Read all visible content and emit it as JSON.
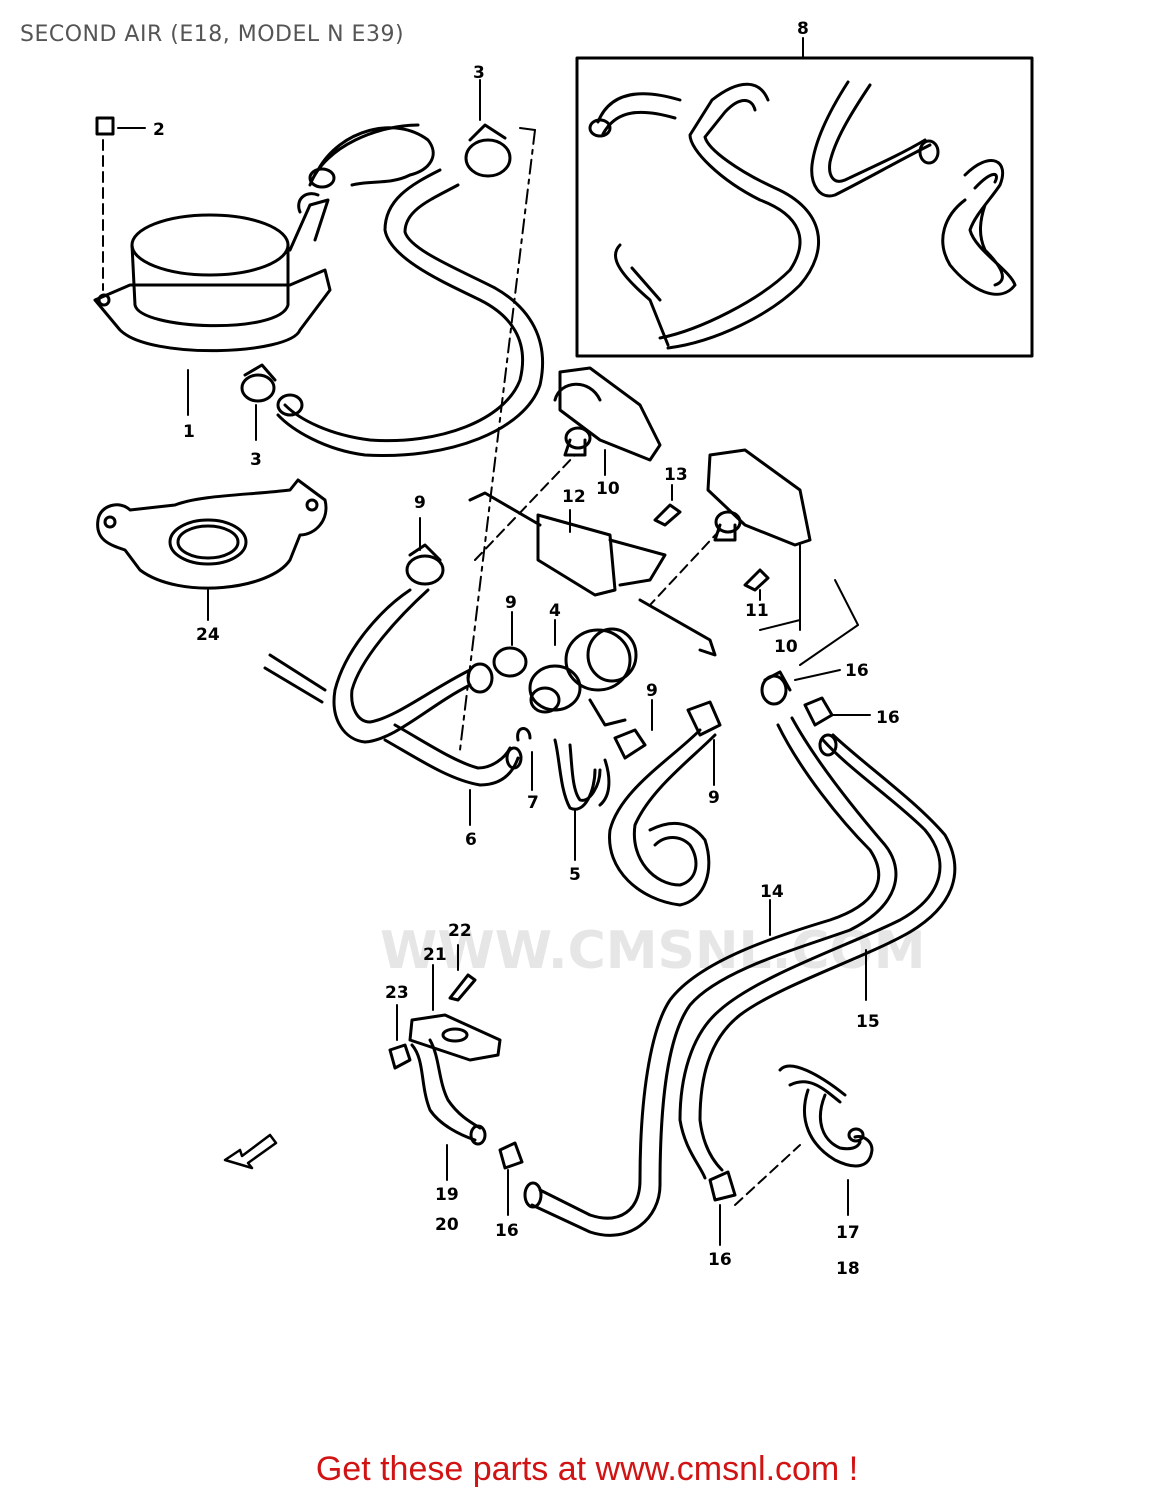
{
  "title": "SECOND AIR (E18, MODEL N E39)",
  "footer": "Get these parts at www.cmsnl.com !",
  "watermark": "WWW.CMSNL.COM",
  "callouts": {
    "c1": "1",
    "c2": "2",
    "c3a": "3",
    "c3b": "3",
    "c4": "4",
    "c5": "5",
    "c6": "6",
    "c7": "7",
    "c8": "8",
    "c9a": "9",
    "c9b": "9",
    "c9c": "9",
    "c9d": "9",
    "c10a": "10",
    "c10b": "10",
    "c11": "11",
    "c12": "12",
    "c13": "13",
    "c14": "14",
    "c15": "15",
    "c16a": "16",
    "c16b": "16",
    "c16c": "16",
    "c16d": "16",
    "c17": "17",
    "c18": "18",
    "c19": "19",
    "c20": "20",
    "c21": "21",
    "c22": "22",
    "c23": "23",
    "c24": "24"
  }
}
